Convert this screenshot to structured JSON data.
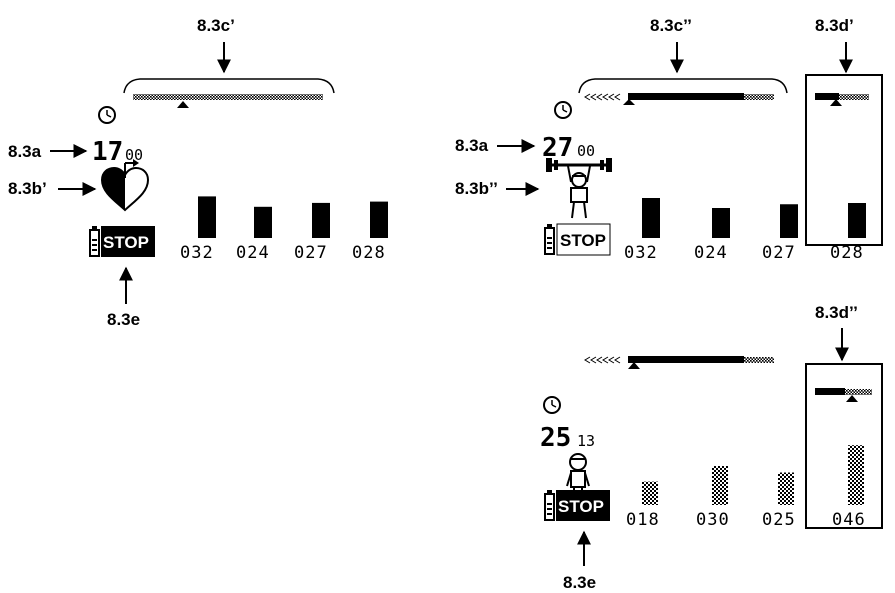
{
  "labels": {
    "a_left": "8.3a",
    "a_right": "8.3a",
    "b_left": "8.3b’",
    "b_right": "8.3b’’",
    "c_left": "8.3c’",
    "c_right": "8.3c’’",
    "d_top": "8.3d’",
    "d_bottom": "8.3d’’",
    "e_left": "8.3e",
    "e_bottom": "8.3e"
  },
  "panels": [
    {
      "id": "left",
      "time_hours": "17",
      "time_minutes": "00",
      "mode_icon": "heart-icon",
      "stop_label": "STOP",
      "bars": [
        {
          "label": "032",
          "value": 32,
          "pattern": "solid"
        },
        {
          "label": "024",
          "value": 24,
          "pattern": "solid"
        },
        {
          "label": "027",
          "value": 27,
          "pattern": "solid"
        },
        {
          "label": "028",
          "value": 28,
          "pattern": "solid"
        }
      ],
      "slider_level": 0.3
    },
    {
      "id": "right-top",
      "time_hours": "27",
      "time_minutes": "00",
      "mode_icon": "weightlifter-icon",
      "stop_label": "STOP",
      "bars": [
        {
          "label": "032",
          "value": 32,
          "pattern": "solid"
        },
        {
          "label": "024",
          "value": 24,
          "pattern": "solid"
        },
        {
          "label": "027",
          "value": 27,
          "pattern": "solid"
        },
        {
          "label": "028",
          "value": 28,
          "pattern": "solid"
        }
      ],
      "slider_level": 0.15
    },
    {
      "id": "right-bottom",
      "time_hours": "25",
      "time_minutes": "13",
      "mode_icon": "standing-person-icon",
      "stop_label": "STOP",
      "bars": [
        {
          "label": "018",
          "value": 18,
          "pattern": "dotted"
        },
        {
          "label": "030",
          "value": 30,
          "pattern": "dotted"
        },
        {
          "label": "025",
          "value": 25,
          "pattern": "dotted"
        },
        {
          "label": "046",
          "value": 46,
          "pattern": "dotted"
        }
      ],
      "slider_level": 0.15
    }
  ],
  "colors": {
    "ink": "#000000",
    "paper": "#ffffff"
  }
}
